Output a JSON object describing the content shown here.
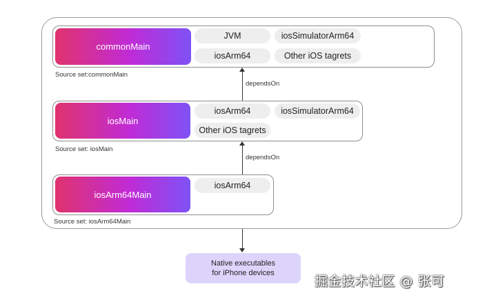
{
  "common": {
    "title": "commonMain",
    "targets": [
      "JVM",
      "iosSimulatorArm64",
      "iosArm64",
      "Other iOS tagrets"
    ],
    "caption": "Source set:commonMain"
  },
  "ios": {
    "title": "iosMain",
    "targets": [
      "iosArm64",
      "iosSimulatorArm64",
      "Other iOS tagrets"
    ],
    "caption": "Source set: iosMain"
  },
  "iosArm64": {
    "title": "iosArm64Main",
    "targets": [
      "iosArm64"
    ],
    "caption": "Source set: iosArm64Main"
  },
  "edges": {
    "depends_on_1": "dependsOn",
    "depends_on_2": "dependsOn"
  },
  "native": {
    "line1": "Native executables",
    "line2": "for iPhone devices"
  },
  "watermark": "掘金技术社区 @ 张可",
  "colors": {
    "gradient_start": "#e0336e",
    "gradient_end": "#7e52f5",
    "native_bg": "#ddd4fb",
    "pill_bg": "#eeeeee"
  }
}
